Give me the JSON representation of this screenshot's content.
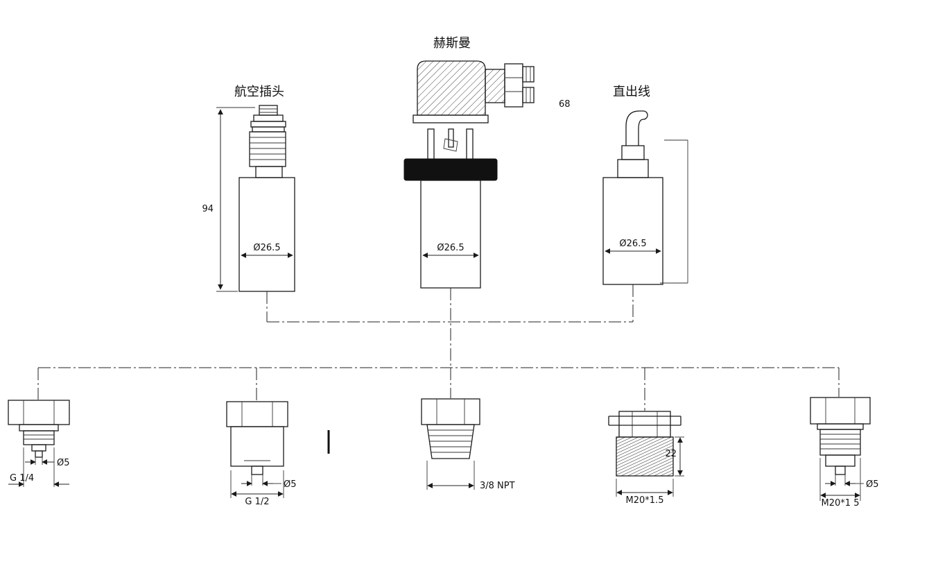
{
  "top": {
    "aviation": {
      "label": "航空插头",
      "height": "94",
      "dia": "Ø26.5"
    },
    "hirschmann": {
      "label": "赫斯曼",
      "width": "68",
      "dia": "Ø26.5"
    },
    "cable": {
      "label": "直出线",
      "dia": "Ø26.5"
    }
  },
  "bottom": {
    "g14": {
      "label": "G 1/4",
      "stem": "Ø5"
    },
    "g12": {
      "label": "G 1/2",
      "stem": "Ø5"
    },
    "npt": {
      "label": "3/8 NPT"
    },
    "m20f": {
      "label": "M20*1.5",
      "len": "22"
    },
    "m20": {
      "label": "M20*1 5",
      "stem": "Ø5"
    }
  }
}
